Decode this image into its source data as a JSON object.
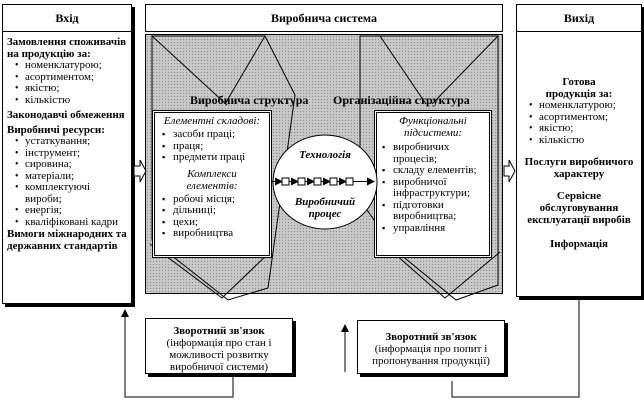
{
  "input": {
    "title": "Вхід",
    "orders_title": "Замовлення споживачів на продукцію за:",
    "orders_items": [
      "номенклатурою;",
      "асортиментом;",
      "якістю;",
      "кількістю"
    ],
    "legislation": "Законодавчі обмеження",
    "resources_title": "Виробничі ресурси:",
    "resources_items": [
      "устаткування;",
      "інструмент;",
      "сировина;",
      "матеріали;",
      "комплектуючі вироби;",
      "енергія;",
      "кваліфіковані кадри"
    ],
    "requirements": "Вимоги міжнародних та державних стандартів"
  },
  "system": {
    "title": "Виробнича система",
    "production_structure": {
      "title": "Виробнича структура",
      "elements_title": "Елементні складові:",
      "elements_items": [
        "засоби праці;",
        "праця;",
        "предмети праці"
      ],
      "complexes_title": "Комплекси елементів:",
      "complexes_items": [
        "робочі місця;",
        "дільниці;",
        "цехи;",
        "виробництва"
      ]
    },
    "organizational_structure": {
      "title": "Організаційна структура",
      "subsystems_title": "Функціональні підсистеми:",
      "subsystems_items": [
        "виробничих процесів;",
        "складу елементів;",
        "виробничої інфраструктури;",
        "підготовки виробництва;",
        "управління"
      ]
    },
    "technology_label": "Технологія",
    "process_label": "Виробничий процес"
  },
  "output": {
    "title": "Вихід",
    "products_title": "Готова продукція за:",
    "products_items": [
      "номенклатурою;",
      "асортиментом;",
      "якістю;",
      "кількістю"
    ],
    "services": "Послуги виробничого характеру",
    "service_maintenance": "Сервісне обслуговування експлуатації виробів",
    "information": "Інформація"
  },
  "feedback_left": {
    "title": "Зворотний зв'язок",
    "text": "(інформація про стан і можливості розвитку виробничої системи)"
  },
  "feedback_right": {
    "title": "Зворотний зв'язок",
    "text": "(інформація про попит і пропонування продукції)"
  }
}
